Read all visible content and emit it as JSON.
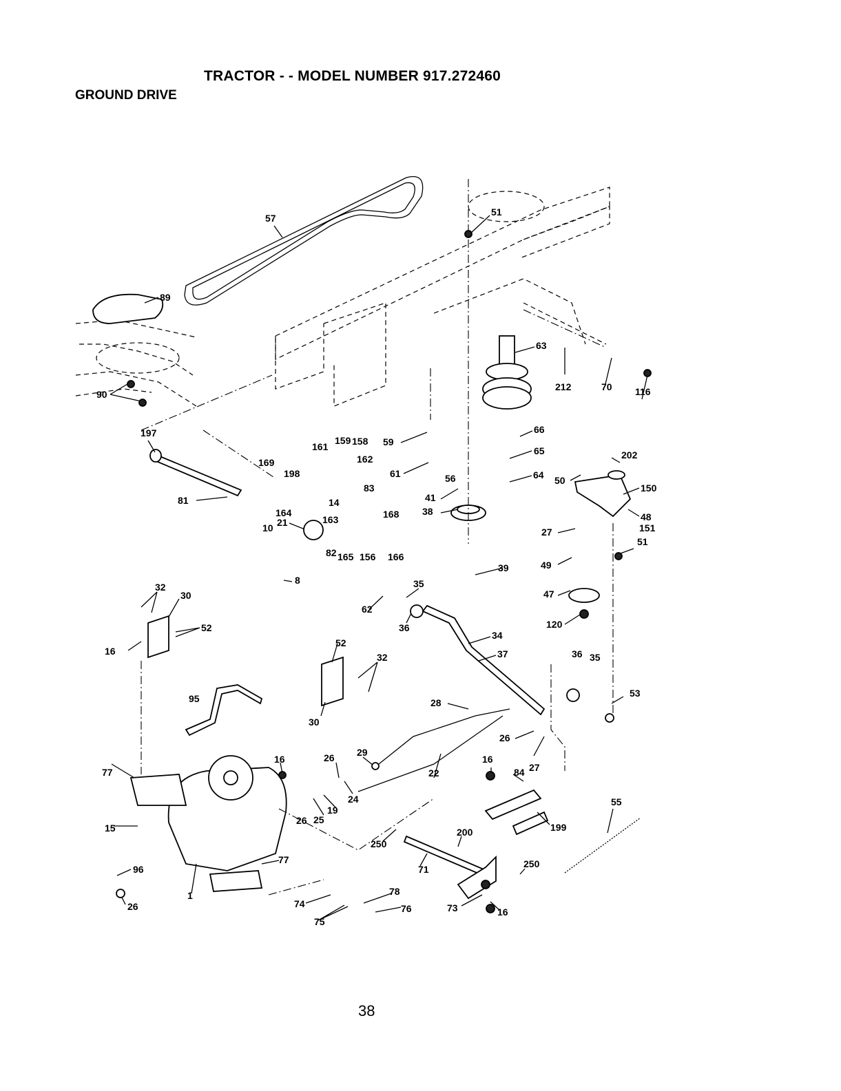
{
  "header": {
    "title": "TRACTOR - - MODEL NUMBER 917.272460",
    "section": "GROUND DRIVE"
  },
  "page_number": "38",
  "callouts": [
    {
      "id": "57",
      "label": "57"
    },
    {
      "id": "51a",
      "label": "51"
    },
    {
      "id": "89",
      "label": "89"
    },
    {
      "id": "63",
      "label": "63"
    },
    {
      "id": "212",
      "label": "212"
    },
    {
      "id": "70",
      "label": "70"
    },
    {
      "id": "116",
      "label": "116"
    },
    {
      "id": "90",
      "label": "90"
    },
    {
      "id": "197",
      "label": "197"
    },
    {
      "id": "161",
      "label": "161"
    },
    {
      "id": "159",
      "label": "159"
    },
    {
      "id": "158",
      "label": "158"
    },
    {
      "id": "59",
      "label": "59"
    },
    {
      "id": "66",
      "label": "66"
    },
    {
      "id": "169",
      "label": "169"
    },
    {
      "id": "162",
      "label": "162"
    },
    {
      "id": "65",
      "label": "65"
    },
    {
      "id": "202",
      "label": "202"
    },
    {
      "id": "198",
      "label": "198"
    },
    {
      "id": "61",
      "label": "61"
    },
    {
      "id": "56",
      "label": "56"
    },
    {
      "id": "64",
      "label": "64"
    },
    {
      "id": "50",
      "label": "50"
    },
    {
      "id": "150",
      "label": "150"
    },
    {
      "id": "83",
      "label": "83"
    },
    {
      "id": "81",
      "label": "81"
    },
    {
      "id": "14",
      "label": "14"
    },
    {
      "id": "41",
      "label": "41"
    },
    {
      "id": "164",
      "label": "164"
    },
    {
      "id": "48",
      "label": "48"
    },
    {
      "id": "168",
      "label": "168"
    },
    {
      "id": "163",
      "label": "163"
    },
    {
      "id": "21",
      "label": "21"
    },
    {
      "id": "38",
      "label": "38"
    },
    {
      "id": "27a",
      "label": "27"
    },
    {
      "id": "151",
      "label": "151"
    },
    {
      "id": "51b",
      "label": "51"
    },
    {
      "id": "10",
      "label": "10"
    },
    {
      "id": "82",
      "label": "82"
    },
    {
      "id": "165",
      "label": "165"
    },
    {
      "id": "156",
      "label": "156"
    },
    {
      "id": "166",
      "label": "166"
    },
    {
      "id": "39",
      "label": "39"
    },
    {
      "id": "49",
      "label": "49"
    },
    {
      "id": "8",
      "label": "8"
    },
    {
      "id": "35a",
      "label": "35"
    },
    {
      "id": "47",
      "label": "47"
    },
    {
      "id": "32a",
      "label": "32"
    },
    {
      "id": "30a",
      "label": "30"
    },
    {
      "id": "62",
      "label": "62"
    },
    {
      "id": "52a",
      "label": "52"
    },
    {
      "id": "36a",
      "label": "36"
    },
    {
      "id": "120",
      "label": "120"
    },
    {
      "id": "34",
      "label": "34"
    },
    {
      "id": "16a",
      "label": "16"
    },
    {
      "id": "52b",
      "label": "52"
    },
    {
      "id": "37",
      "label": "37"
    },
    {
      "id": "32b",
      "label": "32"
    },
    {
      "id": "36b",
      "label": "36"
    },
    {
      "id": "35b",
      "label": "35"
    },
    {
      "id": "95",
      "label": "95"
    },
    {
      "id": "53",
      "label": "53"
    },
    {
      "id": "28",
      "label": "28"
    },
    {
      "id": "30b",
      "label": "30"
    },
    {
      "id": "26a",
      "label": "26"
    },
    {
      "id": "29",
      "label": "29"
    },
    {
      "id": "77a",
      "label": "77"
    },
    {
      "id": "16b",
      "label": "16"
    },
    {
      "id": "26b",
      "label": "26"
    },
    {
      "id": "16c",
      "label": "16"
    },
    {
      "id": "27b",
      "label": "27"
    },
    {
      "id": "84",
      "label": "84"
    },
    {
      "id": "22",
      "label": "22"
    },
    {
      "id": "24",
      "label": "24"
    },
    {
      "id": "55",
      "label": "55"
    },
    {
      "id": "19",
      "label": "19"
    },
    {
      "id": "26c",
      "label": "26"
    },
    {
      "id": "25",
      "label": "25"
    },
    {
      "id": "199",
      "label": "199"
    },
    {
      "id": "15",
      "label": "15"
    },
    {
      "id": "200",
      "label": "200"
    },
    {
      "id": "250a",
      "label": "250"
    },
    {
      "id": "71",
      "label": "71"
    },
    {
      "id": "250b",
      "label": "250"
    },
    {
      "id": "77b",
      "label": "77"
    },
    {
      "id": "96",
      "label": "96"
    },
    {
      "id": "1",
      "label": "1"
    },
    {
      "id": "78",
      "label": "78"
    },
    {
      "id": "26d",
      "label": "26"
    },
    {
      "id": "74",
      "label": "74"
    },
    {
      "id": "75",
      "label": "75"
    },
    {
      "id": "76",
      "label": "76"
    },
    {
      "id": "73",
      "label": "73"
    },
    {
      "id": "16d",
      "label": "16"
    }
  ]
}
